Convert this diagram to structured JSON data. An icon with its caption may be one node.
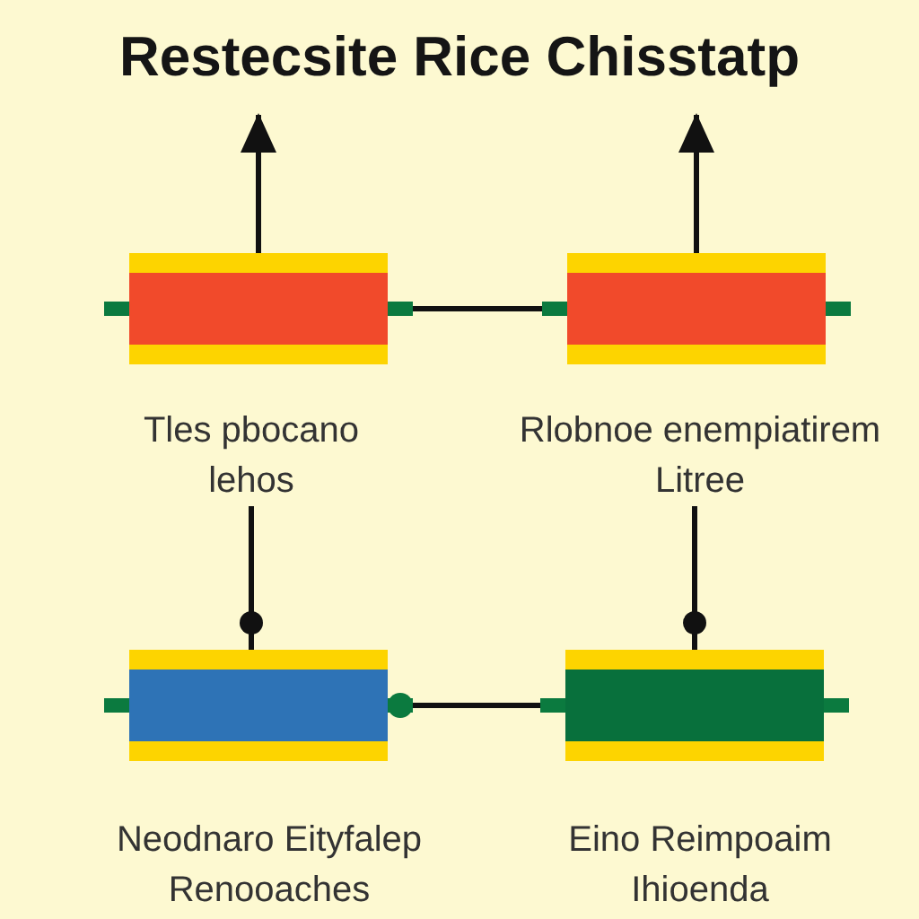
{
  "diagram": {
    "title": "Restecsite Rice Chisstatp",
    "nodes": [
      {
        "text": [],
        "shape": "box"
      },
      {
        "text": [],
        "shape": "box"
      },
      {
        "text": [
          "Tles pbocano lehos"
        ]
      },
      {
        "text": [
          "Rlobnoe enempiatirem Litree"
        ]
      },
      {
        "text": [],
        "shape": "box",
        "beside": [
          "Neodnaro Eityfalep Renooaches"
        ]
      },
      {
        "text": [],
        "shape": "box",
        "beside": [
          "Eino Reimpoaim Ihioenda"
        ]
      }
    ],
    "edges": [
      {
        "from": 0,
        "to": null,
        "arrow": "to"
      },
      {
        "from": 1,
        "to": null,
        "arrow": "to"
      },
      {
        "from": 0,
        "to": 1,
        "arrow": "none"
      },
      {
        "from": 2,
        "to": 4,
        "arrow": "other"
      },
      {
        "from": 3,
        "to": 5,
        "arrow": "other"
      },
      {
        "from": 4,
        "to": 5,
        "arrow": "none"
      }
    ]
  }
}
